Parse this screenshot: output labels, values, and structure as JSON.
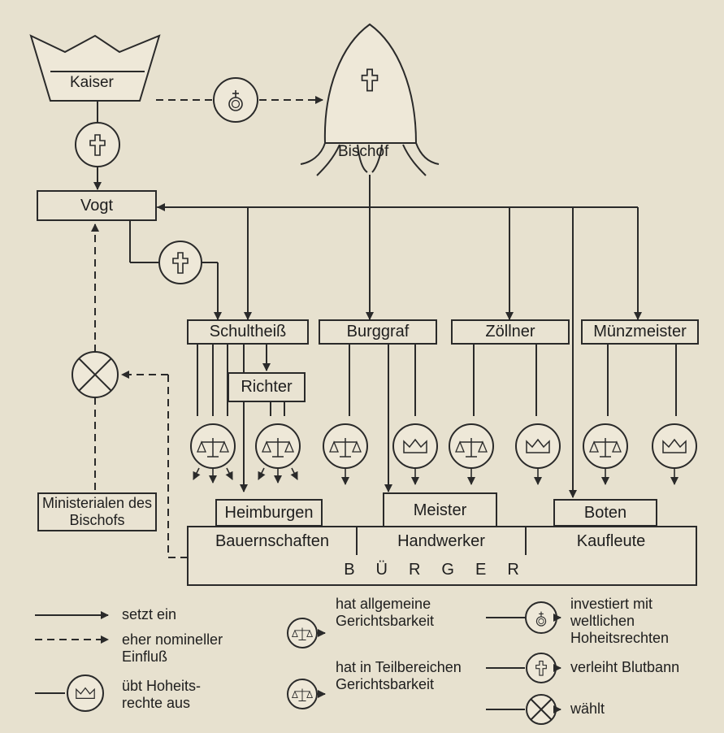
{
  "nodes": {
    "kaiser": "Kaiser",
    "bischof": "Bischof",
    "vogt": "Vogt",
    "schultheiss": "Schultheiß",
    "burggraf": "Burggraf",
    "zoellner": "Zöllner",
    "muenzmeister": "Münzmeister",
    "richter": "Richter",
    "ministerialen": "Ministerialen des Bischofs",
    "heimburgen": "Heimburgen",
    "meister": "Meister",
    "boten": "Boten",
    "bauernschaften": "Bauernschaften",
    "handwerker": "Handwerker",
    "kaufleute": "Kaufleute",
    "buerger": "BÜRGER"
  },
  "legend": {
    "setzt_ein": "setzt ein",
    "nominell": "eher nomineller Einfluß",
    "hoheitsrechte": "übt Hoheits-rechte aus",
    "allgemeine": "hat allgemeine Gerichtsbarkeit",
    "teilbereiche": "hat in Teilbereichen Gerichtsbarkeit",
    "investiert": "investiert mit weltlichen Hoheitsrechten",
    "blutbann": "verleiht Blutbann",
    "waehlt": "wählt"
  },
  "colors": {
    "ink": "#2a2a2a",
    "paper": "#e7e1cf"
  }
}
